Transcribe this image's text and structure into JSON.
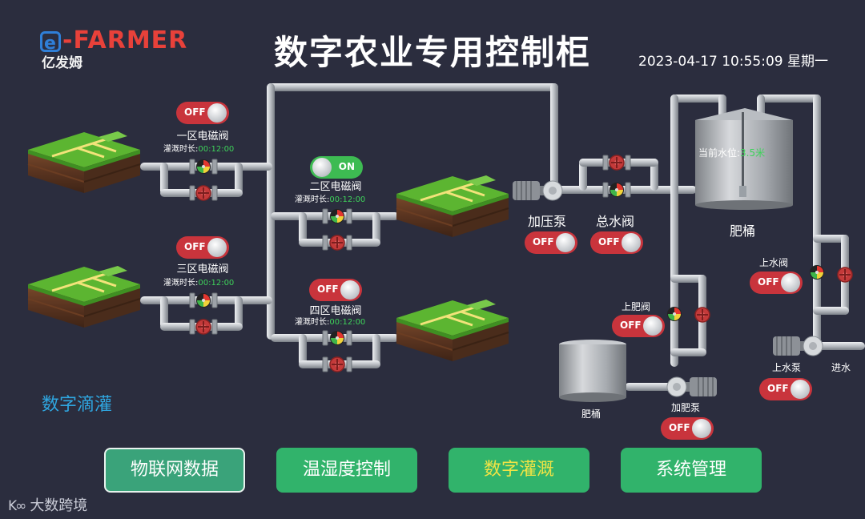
{
  "header": {
    "logo_text": "-FARMER",
    "logo_badge": "e",
    "logo_sub": "亿发姆",
    "title": "数字农业专用控制柜",
    "datetime": "2023-04-17 10:55:09 星期一"
  },
  "zones": [
    {
      "name": "一区电磁阀",
      "duration_label": "灌溉时长:",
      "duration": "00:12:00",
      "state": "OFF"
    },
    {
      "name": "二区电磁阀",
      "duration_label": "灌溉时长:",
      "duration": "00:12:00",
      "state": "ON"
    },
    {
      "name": "三区电磁阀",
      "duration_label": "灌溉时长:",
      "duration": "00:12:00",
      "state": "OFF"
    },
    {
      "name": "四区电磁阀",
      "duration_label": "灌溉时长:",
      "duration": "00:12:00",
      "state": "OFF"
    }
  ],
  "equipment": {
    "pressure_pump": {
      "label": "加压泵",
      "state": "OFF"
    },
    "main_valve": {
      "label": "总水阀",
      "state": "OFF"
    },
    "fert_tank_big": {
      "label": "肥桶",
      "level_label": "当前水位:",
      "level_value": "3.5米"
    },
    "water_valve": {
      "label": "上水阀",
      "state": "OFF"
    },
    "water_pump": {
      "label": "上水泵",
      "state": "OFF"
    },
    "inlet": {
      "label": "进水"
    },
    "fert_valve": {
      "label": "上肥阀",
      "state": "OFF"
    },
    "fert_tank_small": {
      "label": "肥桶"
    },
    "fert_pump": {
      "label": "加肥泵",
      "state": "OFF"
    }
  },
  "section_title": "数字滴灌",
  "nav": [
    {
      "label": "物联网数据",
      "active": true
    },
    {
      "label": "温湿度控制",
      "active": false
    },
    {
      "label": "数字灌溉",
      "active": false
    },
    {
      "label": "系统管理",
      "active": false
    }
  ],
  "watermark": "大数跨境",
  "colors": {
    "background": "#2b2d3e",
    "toggle_off": "#c9343c",
    "toggle_on": "#3dbb52",
    "nav_button": "#31b36b",
    "accent_blue": "#2fa6e0",
    "value_green": "#3ed15a",
    "nav_highlight_text": "#f1e445"
  }
}
